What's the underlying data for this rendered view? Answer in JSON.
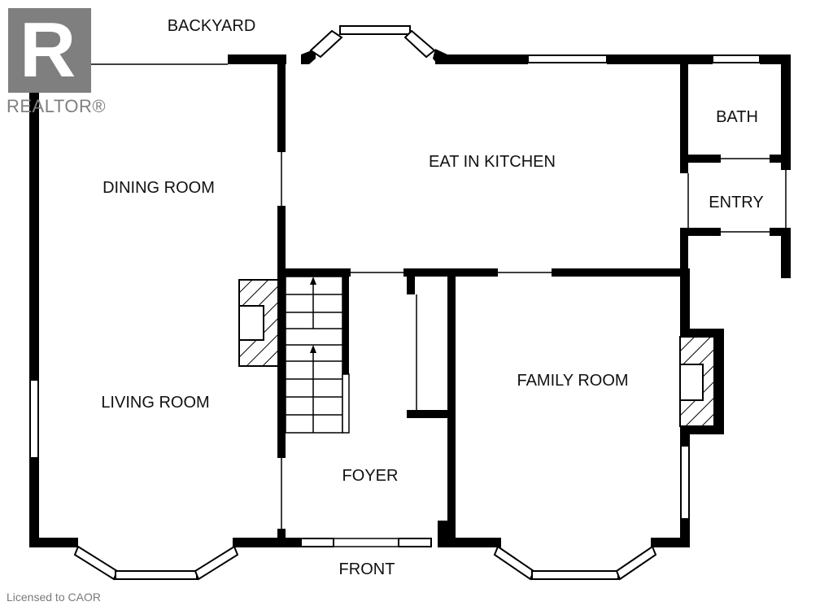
{
  "logo": {
    "letter": "R",
    "text": "REALTOR®"
  },
  "license": "Licensed to CAOR",
  "labels": {
    "backyard": "BACKYARD",
    "front": "FRONT",
    "dining_room": "DINING ROOM",
    "living_room": "LIVING ROOM",
    "eat_in_kitchen": "EAT IN KITCHEN",
    "bath": "BATH",
    "entry": "ENTRY",
    "family_room": "FAMILY ROOM",
    "foyer": "FOYER"
  },
  "colors": {
    "wall": "#000000",
    "background": "#ffffff",
    "logo": "#7f7f7f"
  }
}
